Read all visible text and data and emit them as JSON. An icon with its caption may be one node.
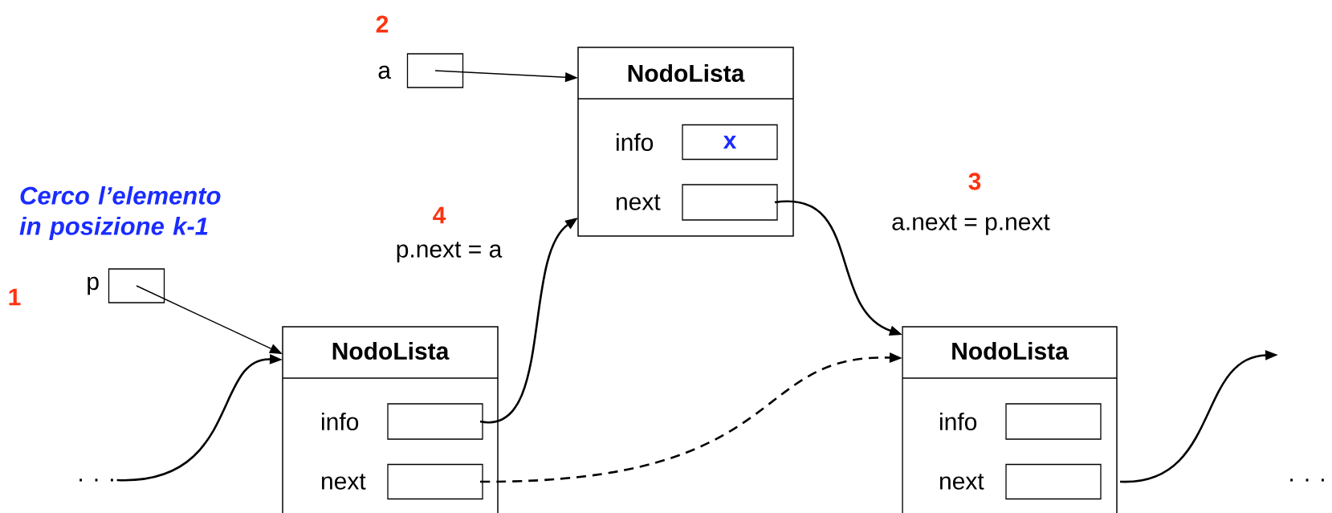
{
  "diagram": {
    "nodes": [
      {
        "text": [],
        "shape": "box",
        "beside": [
          "a"
        ]
      },
      {
        "text": [
          "NodoLista"
        ]
      },
      {
        "text": [
          "x"
        ],
        "in": 1,
        "beside": [
          "info"
        ]
      },
      {
        "text": [],
        "shape": "box",
        "in": 1,
        "beside": [
          "next"
        ]
      },
      {
        "text": [],
        "shape": "box",
        "beside": [
          "p"
        ]
      },
      {
        "text": [
          "NodoLista"
        ]
      },
      {
        "text": [],
        "shape": "box",
        "in": 5,
        "beside": [
          "info"
        ]
      },
      {
        "text": [],
        "shape": "box",
        "in": 5,
        "beside": [
          "next"
        ]
      },
      {
        "text": [
          "NodoLista"
        ]
      },
      {
        "text": [],
        "shape": "box",
        "in": 8,
        "beside": [
          "info"
        ]
      },
      {
        "text": [],
        "shape": "box",
        "in": 8,
        "beside": [
          "next"
        ]
      },
      {
        "text": [
          ". . ."
        ]
      },
      {
        "text": [
          ". . ."
        ]
      }
    ],
    "edges": [
      {
        "from": 0,
        "to": 1,
        "arrow": "to"
      },
      {
        "from": 4,
        "to": 5,
        "arrow": "to"
      },
      {
        "from": 11,
        "to": 5,
        "arrow": "to"
      },
      {
        "from": 6,
        "to": 1,
        "arrow": "to"
      },
      {
        "from": 3,
        "to": 8,
        "arrow": "to"
      },
      {
        "from": 7,
        "to": 8,
        "arrow": "to",
        "style": "dashed"
      },
      {
        "from": 10,
        "to": null,
        "arrow": "to"
      }
    ],
    "labels": [
      "2",
      "3",
      "Cerco l’elemento in posizione k-1",
      "4",
      "a.next = p.next",
      "p.next = a",
      "1"
    ]
  }
}
